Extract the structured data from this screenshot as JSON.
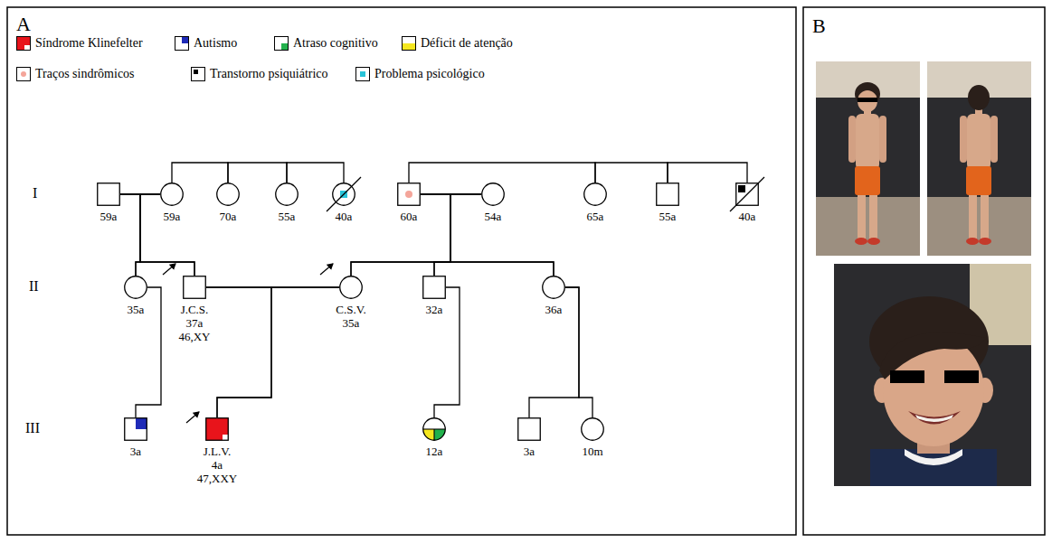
{
  "diagram": {
    "nodes": [
      {
        "text": [
          "59a"
        ]
      },
      {
        "text": [
          "59a"
        ]
      },
      {
        "text": [
          "70a"
        ]
      },
      {
        "text": [
          "55a"
        ]
      },
      {
        "text": [
          "40a"
        ]
      },
      {
        "text": [
          "60a"
        ]
      },
      {
        "text": [
          "54a"
        ]
      },
      {
        "text": [
          "65a"
        ]
      },
      {
        "text": [
          "55a"
        ]
      },
      {
        "text": [
          "40a"
        ]
      },
      {
        "text": [
          "35a"
        ]
      },
      {
        "text": [
          "J.C.S.",
          "37a",
          "46,XY"
        ]
      },
      {
        "text": [
          "C.S.V.",
          "35a"
        ]
      },
      {
        "text": [
          "32a"
        ]
      },
      {
        "text": [
          "36a"
        ]
      },
      {
        "text": [
          "3a"
        ]
      },
      {
        "text": [
          "J.L.V.",
          "4a",
          "47,XXY"
        ]
      },
      {
        "text": [
          "12a"
        ]
      },
      {
        "text": [
          "3a"
        ]
      },
      {
        "text": [
          "10m"
        ]
      }
    ],
    "edges": [
      {
        "from": 0,
        "to": 1,
        "arrow": "none"
      },
      {
        "from": 5,
        "to": 6,
        "arrow": "none"
      },
      {
        "from": 11,
        "to": 12,
        "arrow": "none"
      },
      {
        "from": 1,
        "to": 2,
        "arrow": "none"
      },
      {
        "from": 2,
        "to": 3,
        "arrow": "none"
      },
      {
        "from": 3,
        "to": 4,
        "arrow": "none"
      },
      {
        "from": 5,
        "to": 7,
        "arrow": "none"
      },
      {
        "from": 7,
        "to": 8,
        "arrow": "none"
      },
      {
        "from": 8,
        "to": 9,
        "arrow": "none"
      },
      {
        "from": 0,
        "to": 10,
        "arrow": "none"
      },
      {
        "from": 1,
        "to": 10,
        "arrow": "none"
      },
      {
        "from": 0,
        "to": 11,
        "arrow": "none"
      },
      {
        "from": 1,
        "to": 11,
        "arrow": "none"
      },
      {
        "from": 5,
        "to": 12,
        "arrow": "none"
      },
      {
        "from": 6,
        "to": 12,
        "arrow": "none"
      },
      {
        "from": 5,
        "to": 13,
        "arrow": "none"
      },
      {
        "from": 6,
        "to": 13,
        "arrow": "none"
      },
      {
        "from": 5,
        "to": 14,
        "arrow": "none"
      },
      {
        "from": 6,
        "to": 14,
        "arrow": "none"
      },
      {
        "from": 10,
        "to": 15,
        "arrow": "none"
      },
      {
        "from": 11,
        "to": 16,
        "arrow": "none"
      },
      {
        "from": 12,
        "to": 16,
        "arrow": "none"
      },
      {
        "from": 13,
        "to": 17,
        "arrow": "none"
      },
      {
        "from": 14,
        "to": 18,
        "arrow": "none"
      },
      {
        "from": 14,
        "to": 19,
        "arrow": "none"
      }
    ],
    "labels": [
      "A",
      "I",
      "II",
      "III",
      "B"
    ],
    "legend": [
      {
        "text": "Síndrome Klinefelter",
        "color": "#e8141b"
      },
      {
        "text": "Autismo",
        "color": "#1f2bb8"
      },
      {
        "text": "Atraso cognitivo",
        "color": "#22b14c"
      },
      {
        "text": "Déficit de atenção",
        "color": "#f5e71f"
      },
      {
        "text": "Traços sindrômicos",
        "color": "#f4a59a"
      },
      {
        "text": "Transtorno psiquiátrico",
        "color": "#000000"
      },
      {
        "text": "Problema psicológico",
        "color": "#27c3d8"
      }
    ]
  }
}
